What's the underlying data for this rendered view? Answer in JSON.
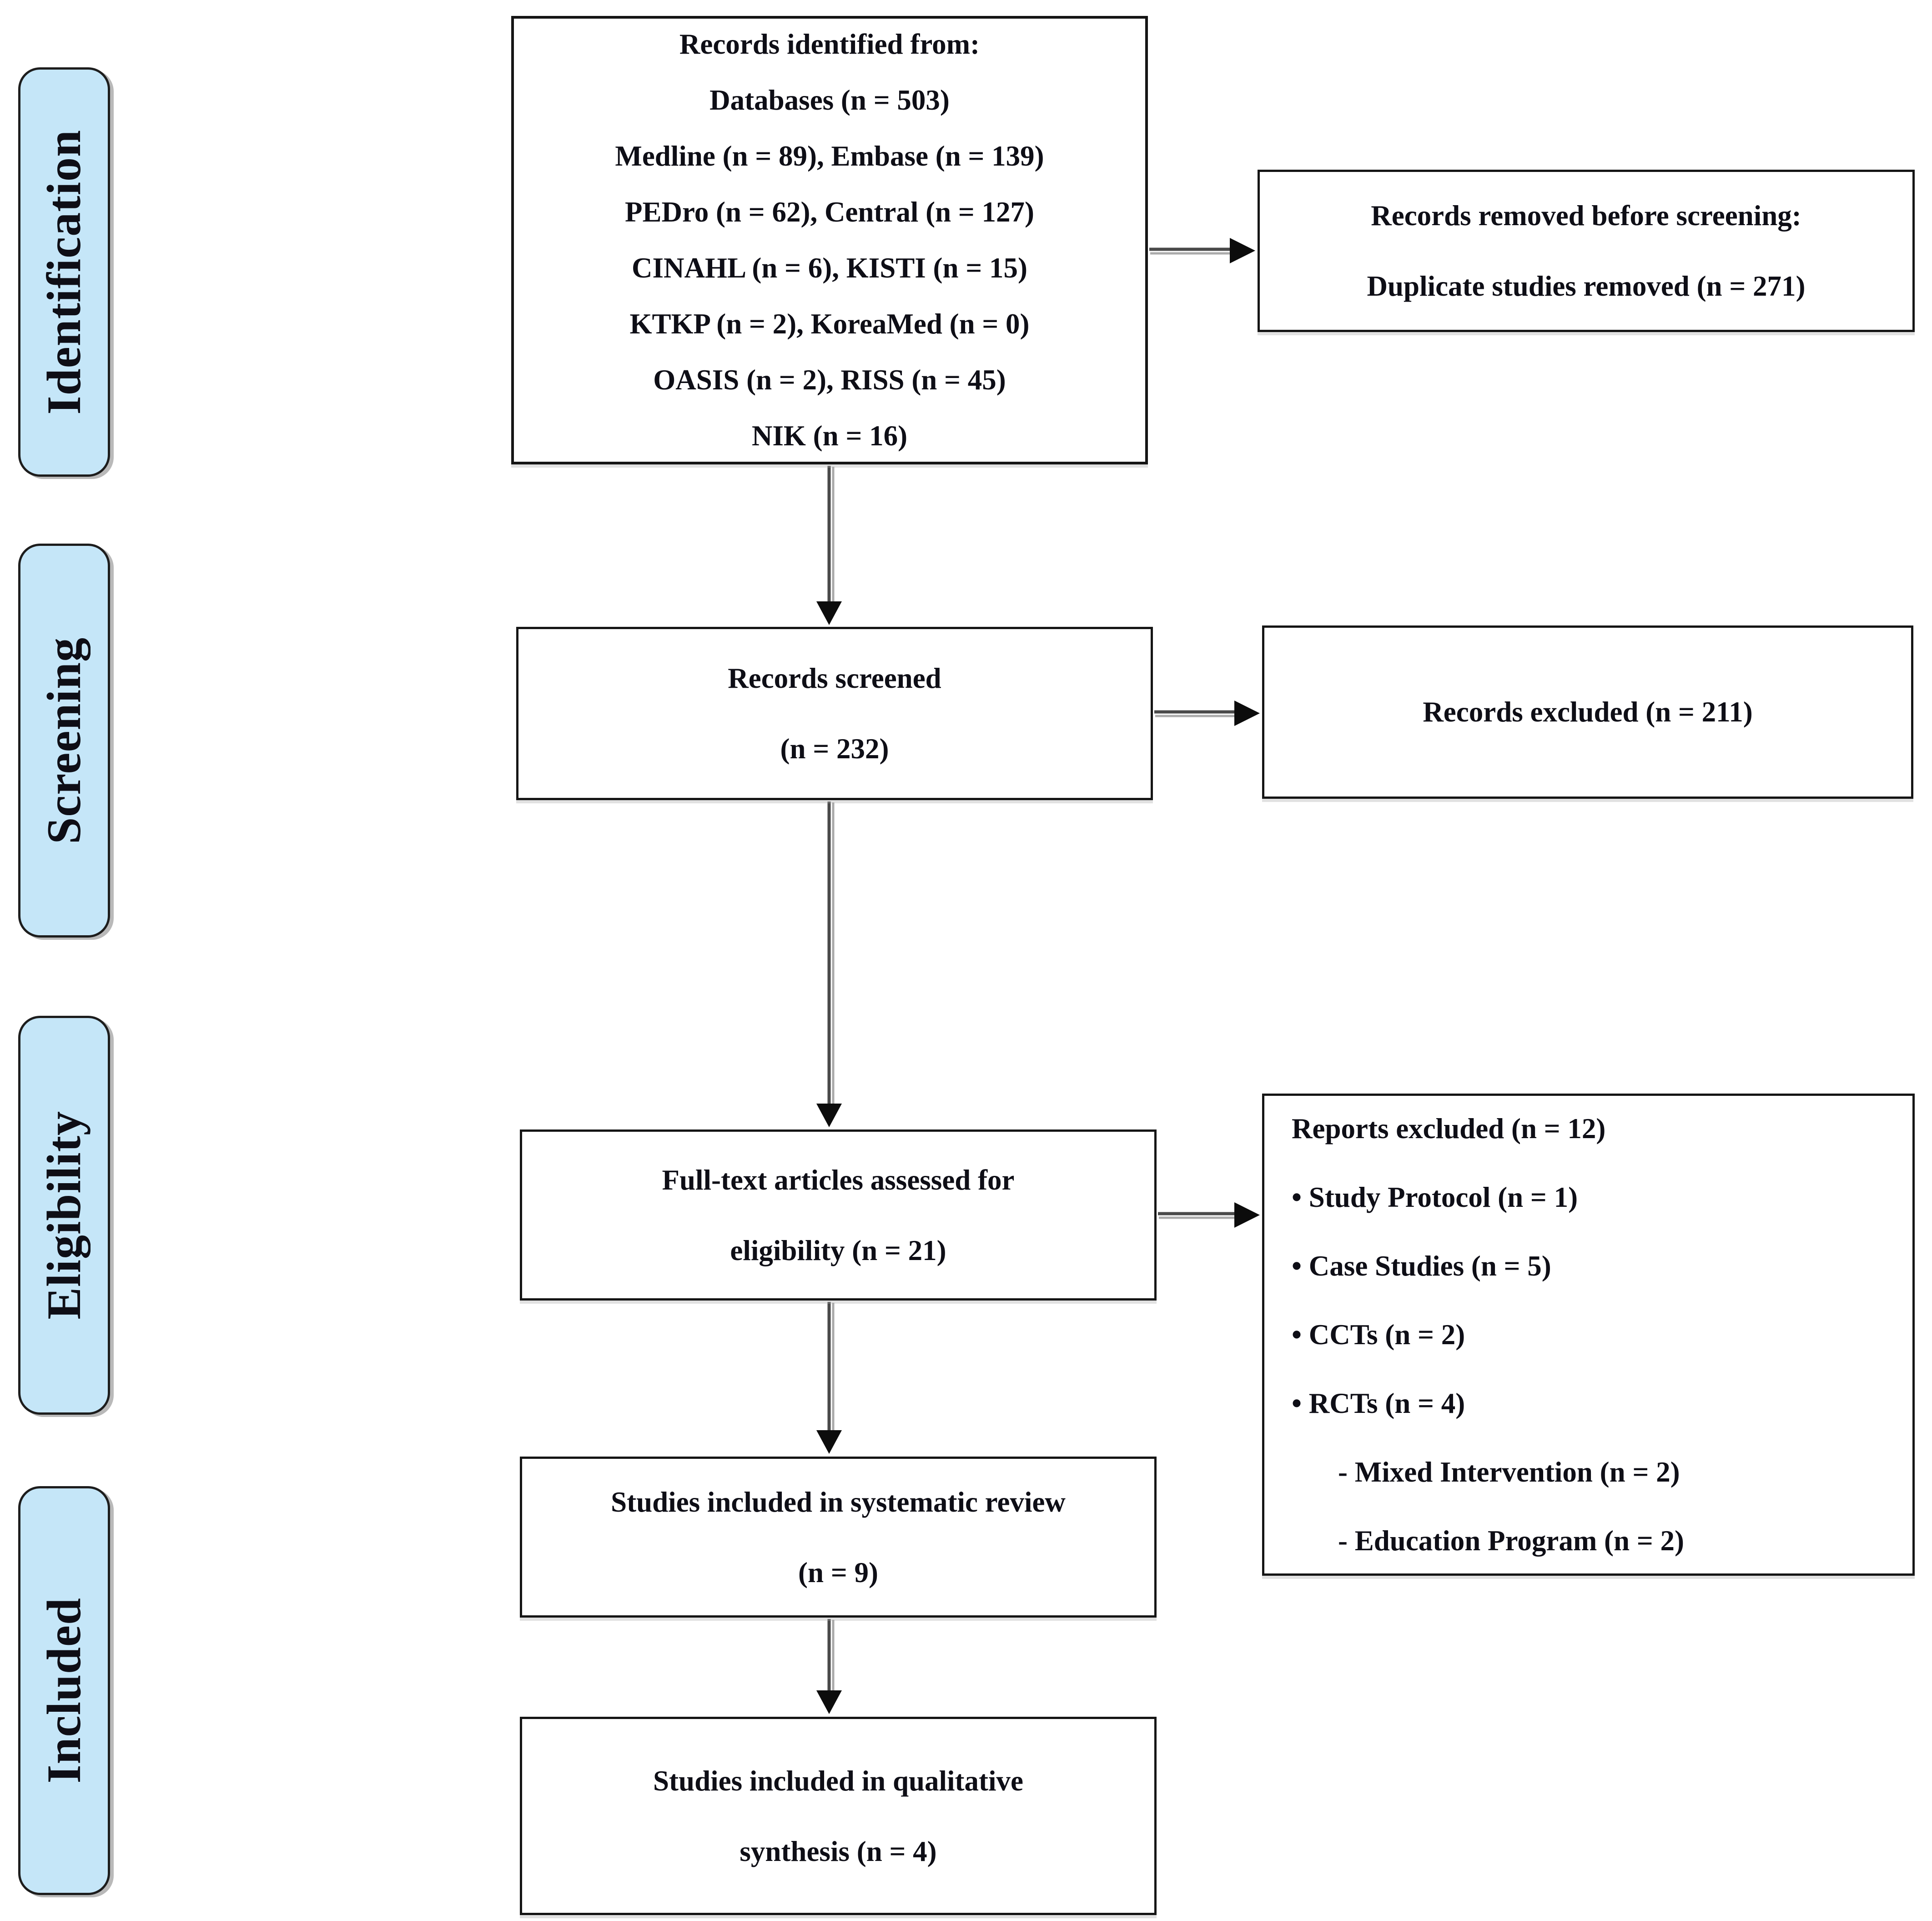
{
  "palette": {
    "stage_fill": "#c5e6f8",
    "stage_border": "#1d1d1d",
    "box_border": "#151515",
    "arrow_line": "#4a4a4a",
    "arrow_head": "#0c0c0c",
    "text": "#0e0e16"
  },
  "stages": [
    {
      "label": "Identification"
    },
    {
      "label": "Screening"
    },
    {
      "label": "Eligibility"
    },
    {
      "label": "Included"
    }
  ],
  "boxes": {
    "identified": {
      "lines": [
        "Records identified from:",
        "Databases (n = 503)",
        "Medline (n = 89), Embase (n = 139)",
        "PEDro (n = 62), Central (n = 127)",
        "CINAHL (n = 6), KISTI (n = 15)",
        "KTKP (n = 2), KoreaMed (n = 0)",
        "OASIS (n = 2), RISS (n = 45)",
        "NIK (n = 16)"
      ]
    },
    "removed": {
      "lines": [
        "Records removed before screening:",
        "Duplicate studies removed (n = 271)"
      ]
    },
    "screened": {
      "lines": [
        "Records screened",
        "(n = 232)"
      ]
    },
    "excluded": {
      "lines": [
        "Records excluded (n = 211)"
      ]
    },
    "fulltext": {
      "lines": [
        "Full-text articles assessed for",
        "eligibility (n = 21)"
      ]
    },
    "reports_excluded": {
      "lines": [
        "Reports excluded (n = 12)",
        "• Study Protocol (n = 1)",
        "• Case Studies (n = 5)",
        "• CCTs (n = 2)",
        "• RCTs (n = 4)",
        "- Mixed Intervention (n = 2)",
        "- Education Program (n = 2)"
      ]
    },
    "systematic": {
      "lines": [
        "Studies included in systematic review",
        "(n = 9)"
      ]
    },
    "qualitative": {
      "lines": [
        "Studies included in qualitative",
        "synthesis (n = 4)"
      ]
    }
  }
}
